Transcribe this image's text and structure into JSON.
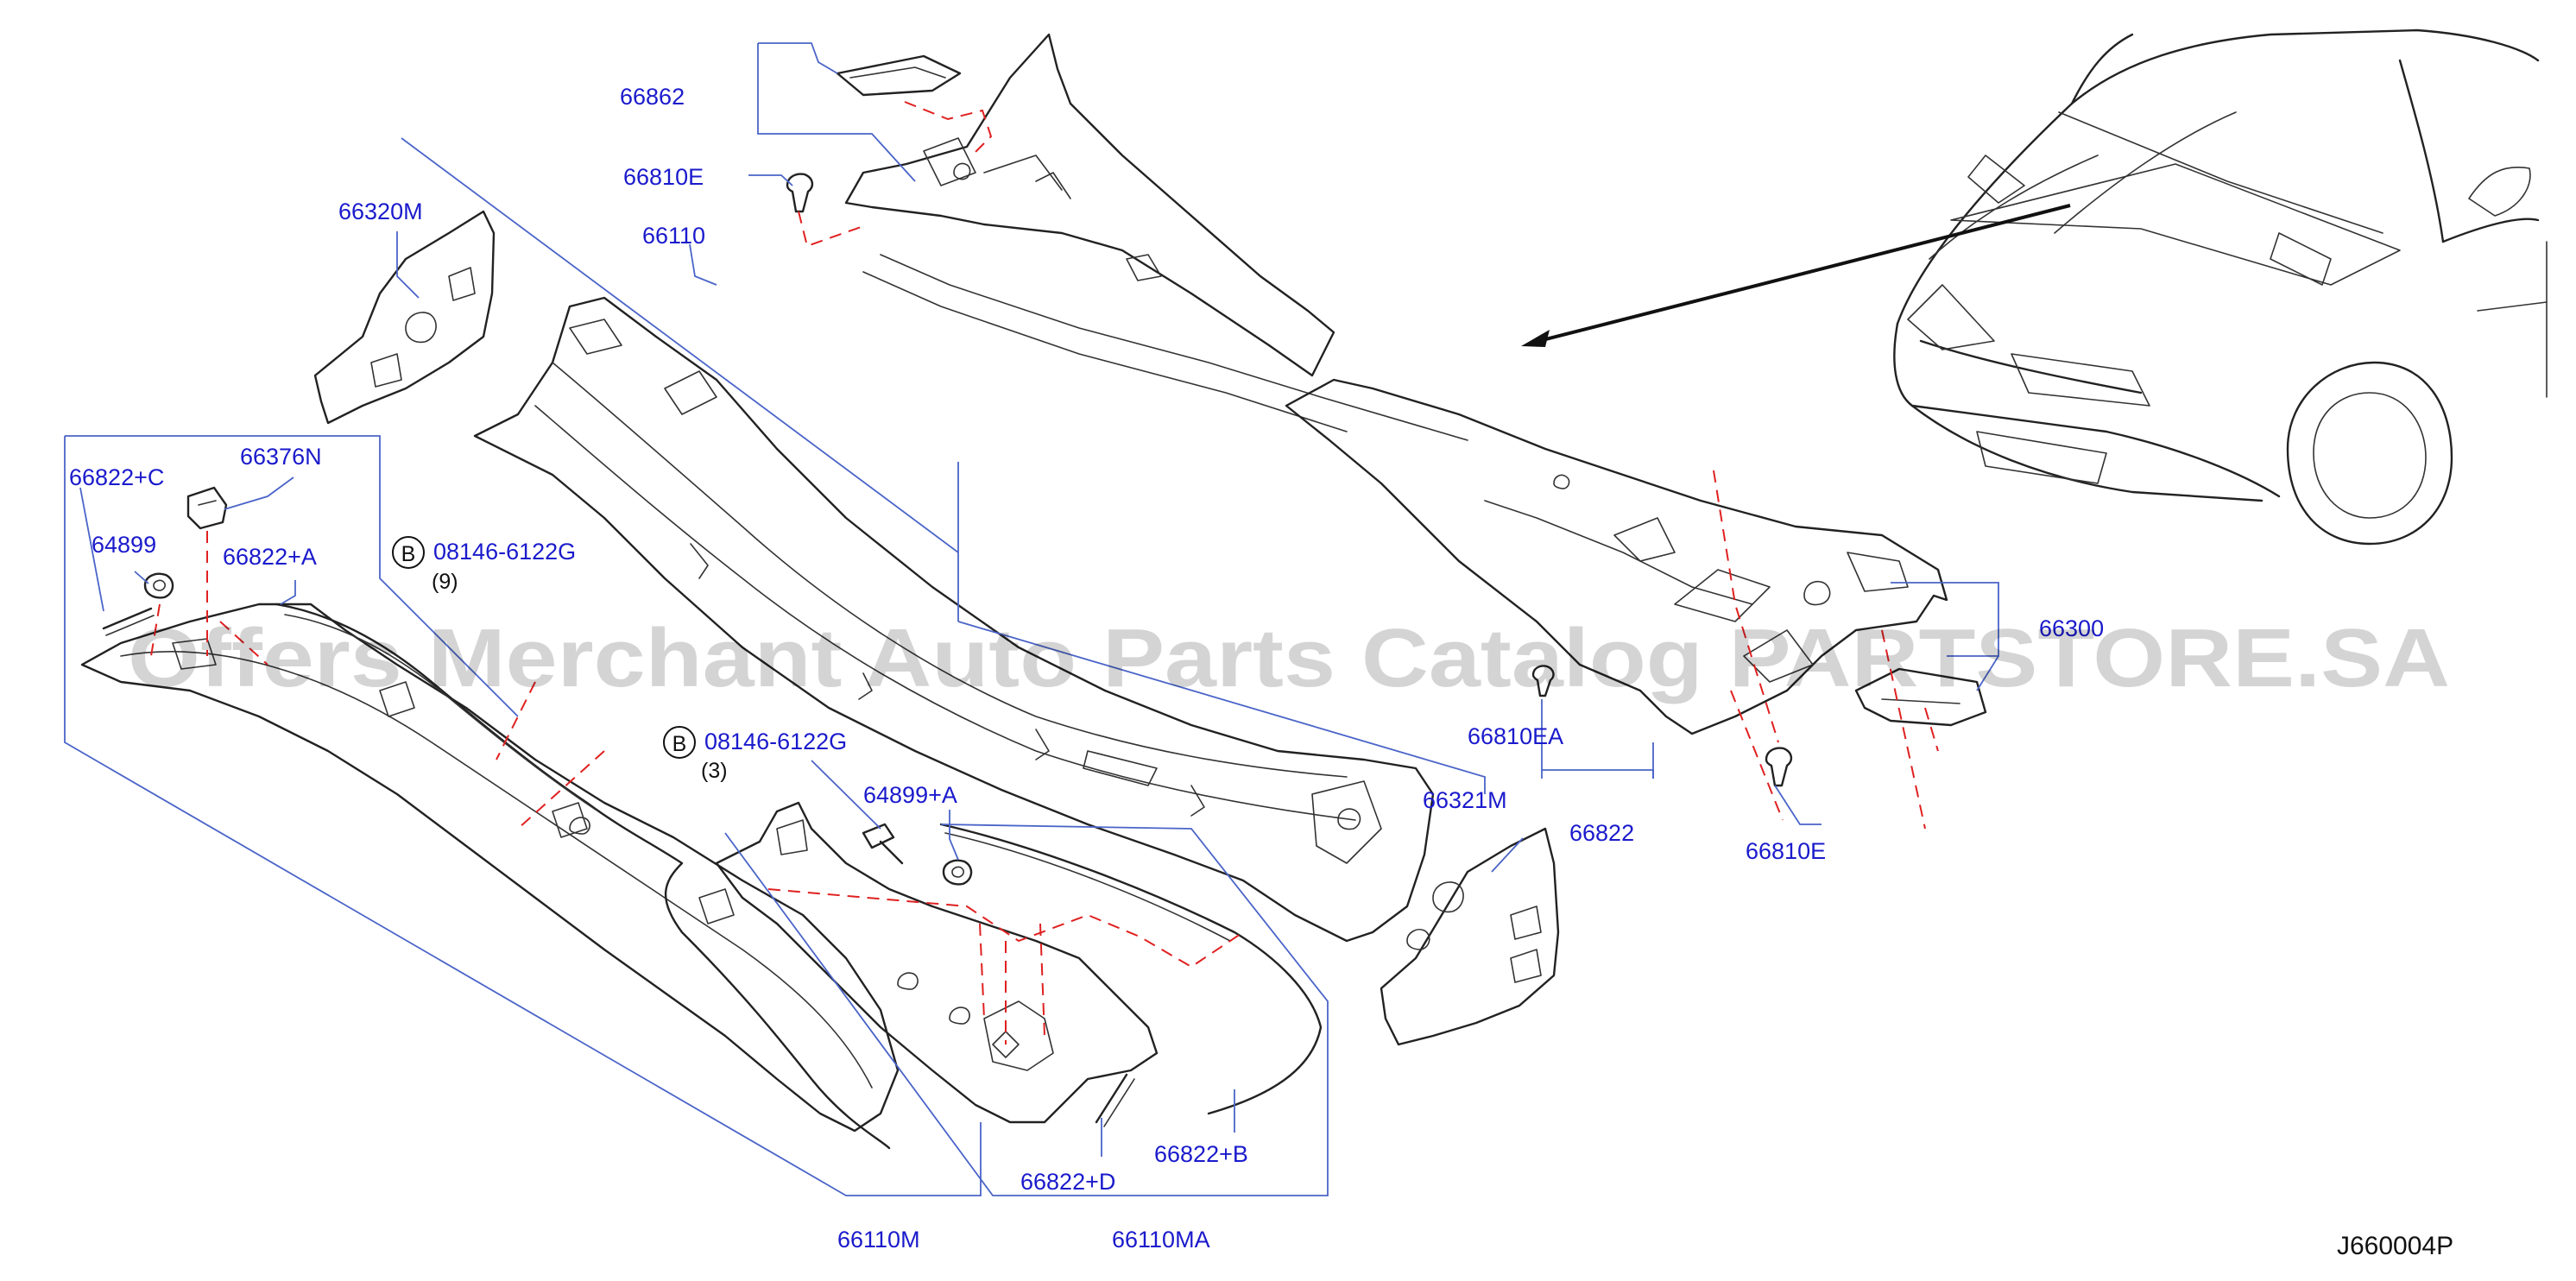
{
  "parts": {
    "p66862": "66862",
    "p66810E_top": "66810E",
    "p66320M": "66320M",
    "p66110": "66110",
    "p66822C": "66822+C",
    "p66376N": "66376N",
    "p64899": "64899",
    "p66822A": "66822+A",
    "p08146_1": "08146-6122G",
    "p08146_1_qty": "(9)",
    "p08146_2": "08146-6122G",
    "p08146_2_qty": "(3)",
    "p64899A": "64899+A",
    "p66810EA": "66810EA",
    "p66321M": "66321M",
    "p66822": "66822",
    "p66810E_right": "66810E",
    "p66110M": "66110M",
    "p66110MA": "66110MA",
    "p66822D": "66822+D",
    "p66822B": "66822+B",
    "p66300_partial": "66300"
  },
  "bolt_marker": "B",
  "diagram_code": "J660004P",
  "watermark": "Offers Merchant Auto Parts Catalog PARTSTORE.SA",
  "colors": {
    "label": "#1a1acc",
    "leader": "#4a64c8",
    "dashed_guide": "#e02020",
    "outline": "#222222"
  }
}
